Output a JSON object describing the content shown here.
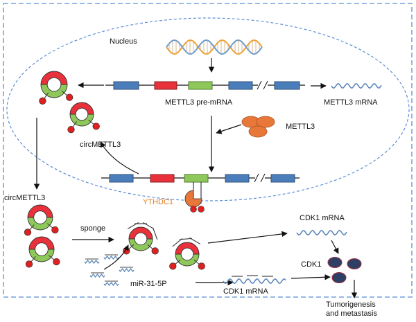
{
  "labels": {
    "nucleus": "Nucleus",
    "pre_mrna": "METTL3 pre-mRNA",
    "mrna": "METTL3 mRNA",
    "mettl3": "METTL3",
    "circ_nuclear": "circMETTL3",
    "circ_cytoplasm": "circMETTL3",
    "ythdc1": "YTHDC1",
    "sponge": "sponge",
    "mir": "miR-31-5P",
    "cdk1_mrna_bottom": "CDK1 mRNA",
    "cdk1_mrna_top": "CDK1 mRNA",
    "cdk1": "CDK1",
    "outcome_line1": "Tumorigenesis",
    "outcome_line2": "and metastasis"
  },
  "colors": {
    "exon_blue": "#4a7ebb",
    "exon_red": "#e8313a",
    "exon_green": "#8fc85a",
    "protein_orange": "#e8773a",
    "m6a_red": "#e02020",
    "cdk1_protein": "#2e3f66",
    "rna_blue": "#5d87b8",
    "dna_orange": "#f0a030",
    "dna_blue": "#6a9ad0",
    "ythdc1_text": "#e07b20",
    "frame_dash": "#5b8ed6"
  },
  "icons": [
    "dna-helix-icon",
    "circrna-icon",
    "mirna-icon",
    "mrna-wave-icon",
    "protein-icon"
  ]
}
